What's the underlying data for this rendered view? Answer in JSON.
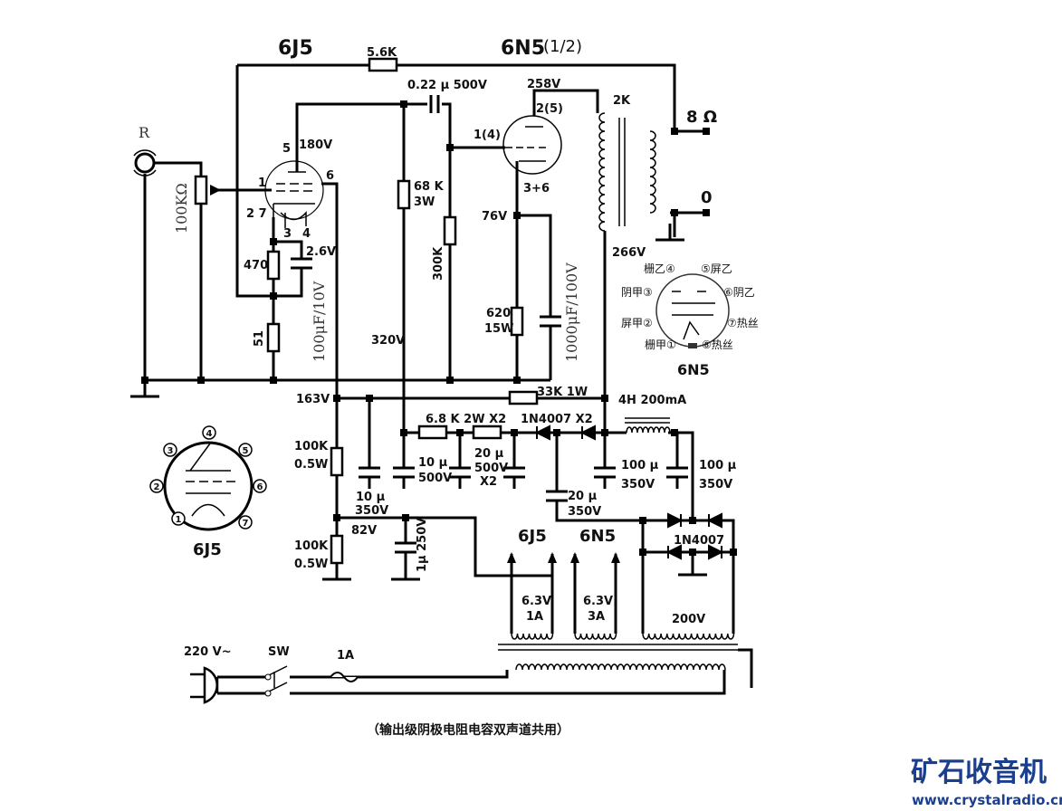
{
  "labels": {
    "title_6j5": "6J5",
    "title_6n5": "6N5",
    "title_6n5_half": "(1/2)",
    "r_5_6k": "5.6K",
    "c_022": "0.22 μ 500V",
    "v_258": "258V",
    "r_2k": "2K",
    "out_8ohm": "8 Ω",
    "out_0": "0",
    "input_r": "R",
    "pot_100k": "100KΩ",
    "pin5": "5",
    "v_180": "180V",
    "pin1": "1",
    "pin6": "6",
    "pin27": "2  7",
    "pin3": "3",
    "pin4": "4",
    "v_2_6": "2.6V",
    "r_470": "470",
    "c_100uf": "100μF/10V",
    "r_51": "51",
    "r_68k": "68 K",
    "r_68k_w": "3W",
    "r_300k": "300K",
    "v_320": "320V",
    "pin_1_4": "1(4)",
    "pin_2_5": "2(5)",
    "pin_3_6": "3+6",
    "v_76": "76V",
    "r_620": "620",
    "r_620_w": "15W",
    "c_1000uf": "1000μF/100V",
    "v_266": "266V",
    "v_163": "163V",
    "r_33k": "33K 1W",
    "choke": "4H  200mA",
    "r_6_8k": "6.8 K 2W X2",
    "d_1n4007_x2": "1N4007 X2",
    "c10_a": "10 μ",
    "c10_b": "500V",
    "c20_a": "20 μ",
    "c20_b": "500V",
    "c20_c": "X2",
    "c100a_a": "100 μ",
    "c100a_b": "350V",
    "c100b_a": "100 μ",
    "c100b_b": "350V",
    "c20b_a": "20 μ",
    "c20b_b": "350V",
    "c10b_a": "10 μ",
    "c10b_b": "350V",
    "r100k_a": "100K",
    "r100k_a_w": "0.5W",
    "r100k_b": "100K",
    "r100k_b_w": "0.5W",
    "v_82": "82V",
    "c_1u": "1μ 250V",
    "heater_6j5": "6J5",
    "heater_6n5": "6N5",
    "bridge_1n4007": "1N4007",
    "h1_v": "6.3V",
    "h1_a": "1A",
    "h2_v": "6.3V",
    "h2_a": "3A",
    "hv_200": "200V",
    "mains": "220 V~",
    "switch": "SW",
    "fuse": "1A",
    "caption": "（输出级阴极电阻电容双声道共用）"
  },
  "base_6j5": {
    "title": "6J5",
    "pins": [
      "1",
      "2",
      "3",
      "4",
      "5",
      "6",
      "7"
    ]
  },
  "base_6n5": {
    "title": "6N5",
    "pins": [
      "栅甲①",
      "屏甲②",
      "阴甲③",
      "栅乙④",
      "⑤屏乙",
      "⑥阴乙",
      "⑦热丝",
      "⑧热丝"
    ]
  },
  "logo": {
    "name": "矿石收音机",
    "url": "www.crystalradio.cn",
    "color": "#1b3f8f"
  }
}
